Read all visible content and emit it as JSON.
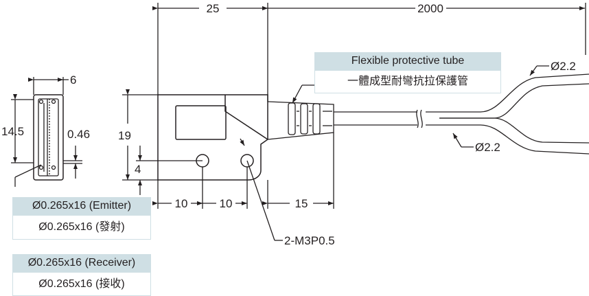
{
  "dimensions": {
    "body_length": "25",
    "cable_length": "2000",
    "side_width": "6",
    "side_height": "14.5",
    "lens_offset": "0.46",
    "body_height": "19",
    "hole_height": "4",
    "hole_pitch_1": "10",
    "hole_pitch_2": "10",
    "tube_length": "15",
    "wire_dia_top": "Ø2.2",
    "wire_dia_bottom": "Ø2.2",
    "screw": "2-M3P0.5"
  },
  "tube_note": {
    "title": "Flexible protective tube",
    "subtitle": "一體成型耐彎抗拉保護管"
  },
  "fiber_emitter": {
    "title": "Ø0.265x16 (Emitter)",
    "subtitle": "Ø0.265x16 (發射)"
  },
  "fiber_receiver": {
    "title": "Ø0.265x16 (Receiver)",
    "subtitle": "Ø0.265x16 (接收)"
  },
  "colors": {
    "line": "#231f20",
    "label_fill": "#cfdfe4"
  }
}
